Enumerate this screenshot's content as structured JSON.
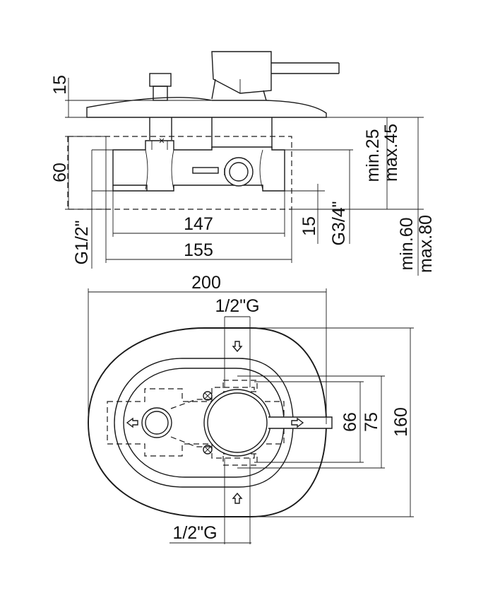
{
  "colors": {
    "line": "#1a1a1a",
    "background": "#ffffff"
  },
  "side_view": {
    "dim_15_top": "15",
    "dim_60": "60",
    "dim_g12": "G1/2\"",
    "dim_147": "147",
    "dim_155": "155",
    "dim_15_bottom": "15",
    "dim_g34": "G3/4\"",
    "dim_min25": "min.25",
    "dim_max45": "max.45",
    "dim_min60": "min.60",
    "dim_max80": "max.80"
  },
  "front_view": {
    "dim_200": "200",
    "dim_half_g_top": "1/2\"G",
    "dim_half_g_bottom": "1/2\"G",
    "dim_66": "66",
    "dim_75": "75",
    "dim_160": "160"
  }
}
